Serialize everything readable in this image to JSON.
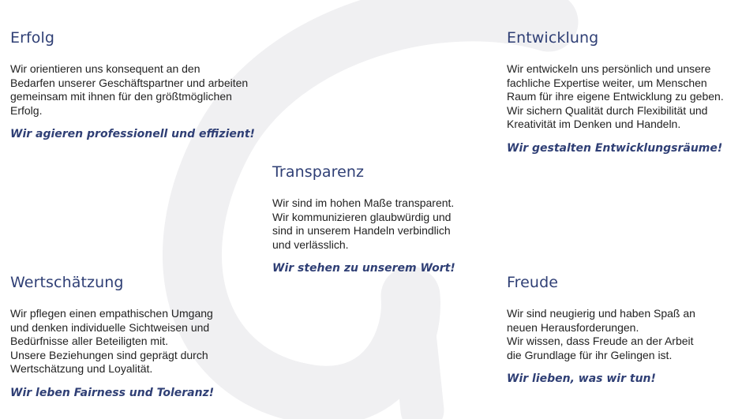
{
  "values": {
    "erfolg": {
      "title": "Erfolg",
      "text": "Wir orientieren uns konsequent an den\nBedarfen unserer Geschäftspartner und arbeiten\ngemeinsam mit ihnen für den größtmöglichen\nErfolg.",
      "motto": "Wir agieren professionell und effizient!"
    },
    "entwicklung": {
      "title": "Entwicklung",
      "text": "Wir entwickeln uns persönlich und unsere\nfachliche Expertise weiter, um Menschen\nRaum für ihre eigene Entwicklung zu geben.\nWir sichern Qualität durch Flexibilität und\nKreativität im Denken und Handeln.",
      "motto": "Wir gestalten Entwicklungsräume!"
    },
    "transparenz": {
      "title": "Transparenz",
      "text": "Wir sind im hohen Maße transparent.\nWir kommunizieren glaubwürdig und\nsind in unserem Handeln verbindlich\nund verlässlich.",
      "motto": "Wir stehen zu unserem Wort!"
    },
    "wertschaetzung": {
      "title": "Wertschätzung",
      "text": "Wir pflegen einen empathischen Umgang\nund denken individuelle Sichtweisen und\nBedürfnisse aller Beteiligten mit.\nUnsere Beziehungen sind geprägt durch\nWertschätzung und Loyalität.",
      "motto": "Wir leben Fairness und Toleranz!"
    },
    "freude": {
      "title": "Freude",
      "text": "Wir sind neugierig und haben Spaß an\nneuen Herausforderungen.\nWir wissen, dass Freude an der Arbeit\ndie Grundlage für ihr Gelingen ist.",
      "motto": "Wir lieben, was wir tun!"
    }
  },
  "colors": {
    "accent": "#2f3f75",
    "text": "#222222",
    "watermark": "#f0f0f2",
    "background": "#ffffff"
  },
  "icons": {
    "background": "letter-g-watermark-icon"
  }
}
